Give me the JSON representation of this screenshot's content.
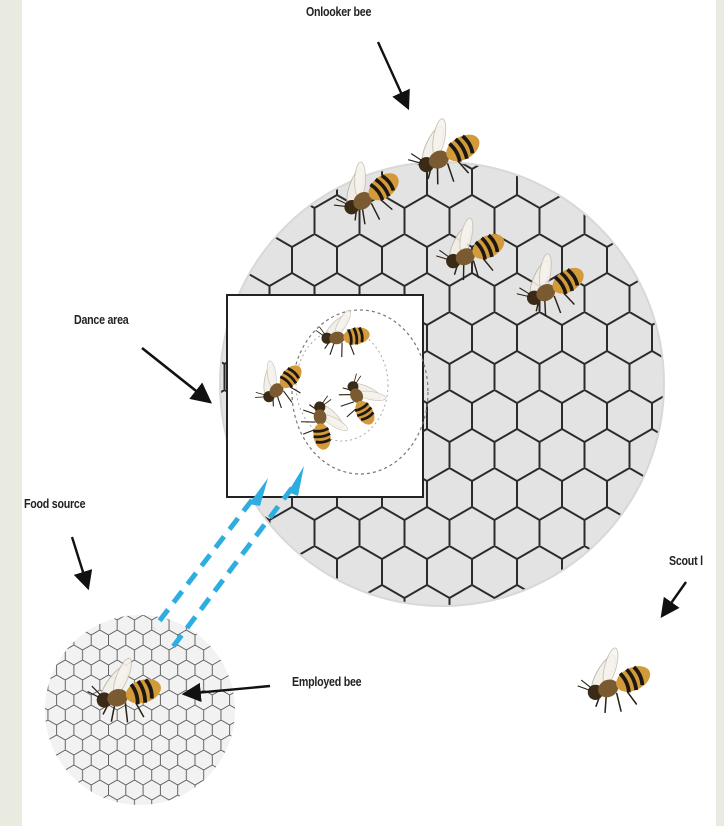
{
  "labels": {
    "onlooker": "Onlooker bee",
    "dance": "Dance area",
    "food": "Food source",
    "employed": "Employed bee",
    "scout": "Scout l"
  },
  "colors": {
    "background": "#e9ebe1",
    "canvas": "#ffffff",
    "comb_fill": "#e3e3e3",
    "comb_line": "#2b2b2b",
    "flight_path": "#2eaee0",
    "bee_stripe": "#1c1712",
    "bee_body": "#d39a3a"
  }
}
